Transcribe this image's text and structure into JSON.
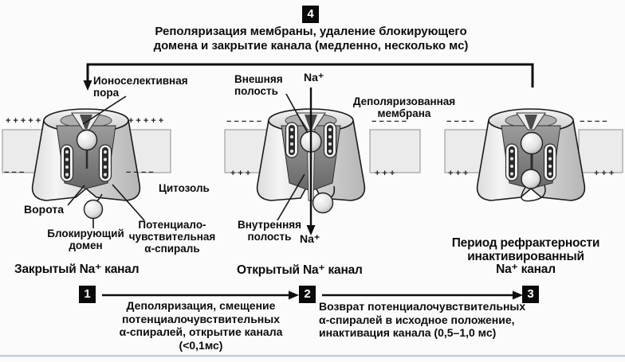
{
  "figure": {
    "step4_box": "4",
    "title": "Реполяризация мембраны, удаление блокирующего\nдомена и закрытие канала (медленно, несколько мс)"
  },
  "labels": {
    "pore": "Ионоселективная\nпора",
    "outer_cavity": "Внешняя\nполость",
    "na_top": "Na⁺",
    "depolarized_membrane": "Деполяризованная\nмембрана",
    "cytosol": "Цитозоль",
    "gate": "Ворота",
    "blocking_domain": "Блокирующий\nдомен",
    "voltage_helix": "Потенциало-\nчувствительная\nα-спираль",
    "inner_cavity": "Внутренняя\nполость",
    "na_bottom": "Na⁺"
  },
  "states": {
    "closed": "Закрытый Na⁺ канал",
    "open": "Открытый Na⁺ канал",
    "inactivated": "Период рефрактерности\nинактивированный\nNa⁺ канал"
  },
  "steps": {
    "n1": "1",
    "n2": "2",
    "n3": "3",
    "t12": "Деполяризация, смещение\nпотенциалочувствительных\nα-спиралей, открытие канала\n(<0,1мс)",
    "t23": "Возврат потенциалочувствительных\nα-спиралей в исходное положение,\nинактивация канала (0,5–1,0 мс)"
  },
  "charges": {
    "c1lt": "+++++",
    "c1lb": "−−−",
    "c1rt": "+++++",
    "c1rb": "−−−−",
    "c2lt": "−−−−−",
    "c2lb": "+++",
    "c2rt": "−−−−−",
    "c2rb": "+++",
    "c3lt": "−−−−",
    "c3lb": "+++",
    "c3rt": "−−−−",
    "c3rb": "+++"
  },
  "colors": {
    "ink": "#111111",
    "membrane_fill": "#ebebeb",
    "cavity_dark": "#6b6b6b",
    "divider": "#c3cdd5"
  }
}
